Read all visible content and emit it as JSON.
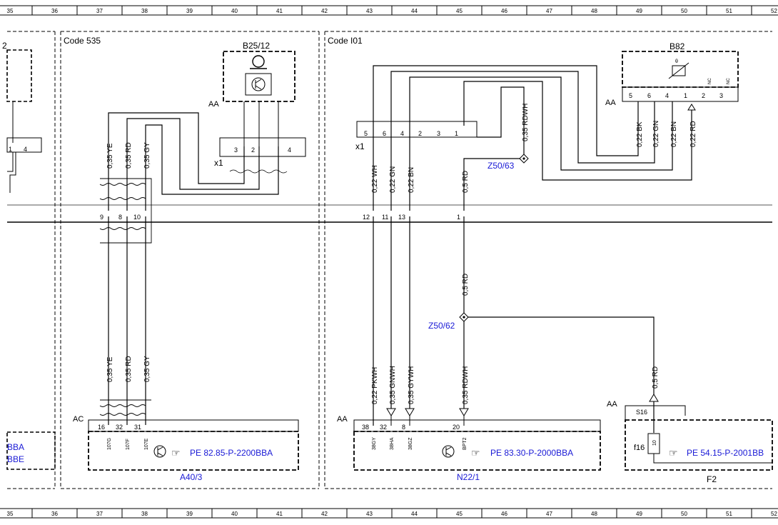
{
  "ruler": {
    "numbers": [
      "35",
      "36",
      "37",
      "38",
      "39",
      "40",
      "41",
      "42",
      "43",
      "44",
      "45",
      "46",
      "47",
      "48",
      "49",
      "50",
      "51",
      "52"
    ]
  },
  "sections": {
    "code535": "Code 535",
    "codeI01": "Code I01",
    "left_partial": "2"
  },
  "components": {
    "b25_12": "B25/12",
    "b82": "B82",
    "a40_3": "A40/3",
    "n22_1": "N22/1",
    "f2": "F2",
    "f16": "f16",
    "s16": "S16",
    "z50_63": "Z50/63",
    "z50_62": "Z50/62"
  },
  "labels": {
    "aa": "AA",
    "ac": "AC",
    "x1": "x1",
    "nc": "NC",
    "left_ref1": "BBA",
    "left_ref2": "BBE"
  },
  "refs": {
    "pe_a40": "PE 82.85-P-2200BBA",
    "pe_n22": "PE 83.30-P-2000BBA",
    "pe_f2": "PE 54.15-P-2001BB"
  },
  "wires": {
    "ye": "0,35 YE",
    "rd": "0,35 RD",
    "gy": "0,35 GY",
    "wh": "0,22 WH",
    "gn": "0,22 GN",
    "bn": "0,22 BN",
    "rd05": "0,5 RD",
    "rdwh": "0,35 RDWH",
    "pkwh": "0,22 PKWH",
    "gnwh": "0,35 GNWH",
    "gywh": "0,35 GYWH",
    "bk22": "0,22 BK",
    "gn22": "0,22 GN",
    "bn22": "0,22 BN",
    "rd22": "0,22 RD"
  },
  "pins": {
    "x1_b25": [
      "3",
      "2",
      "4"
    ],
    "x1_i01": [
      "5",
      "6",
      "4",
      "2",
      "3",
      "1"
    ],
    "b82": [
      "5",
      "6",
      "4",
      "1",
      "2",
      "3"
    ],
    "connector_left": [
      "1",
      "4"
    ],
    "sep_left": [
      "9",
      "8",
      "10"
    ],
    "sep_right": [
      "12",
      "11",
      "13",
      "1"
    ],
    "a40": [
      "16",
      "32",
      "31"
    ],
    "a40_codes": [
      "107G",
      "107F",
      "107E"
    ],
    "n22": [
      "38",
      "32",
      "8",
      "20"
    ],
    "n22_codes": [
      "38GY",
      "38HA",
      "38GZ",
      "BPT2"
    ],
    "f2_pin": "10"
  }
}
